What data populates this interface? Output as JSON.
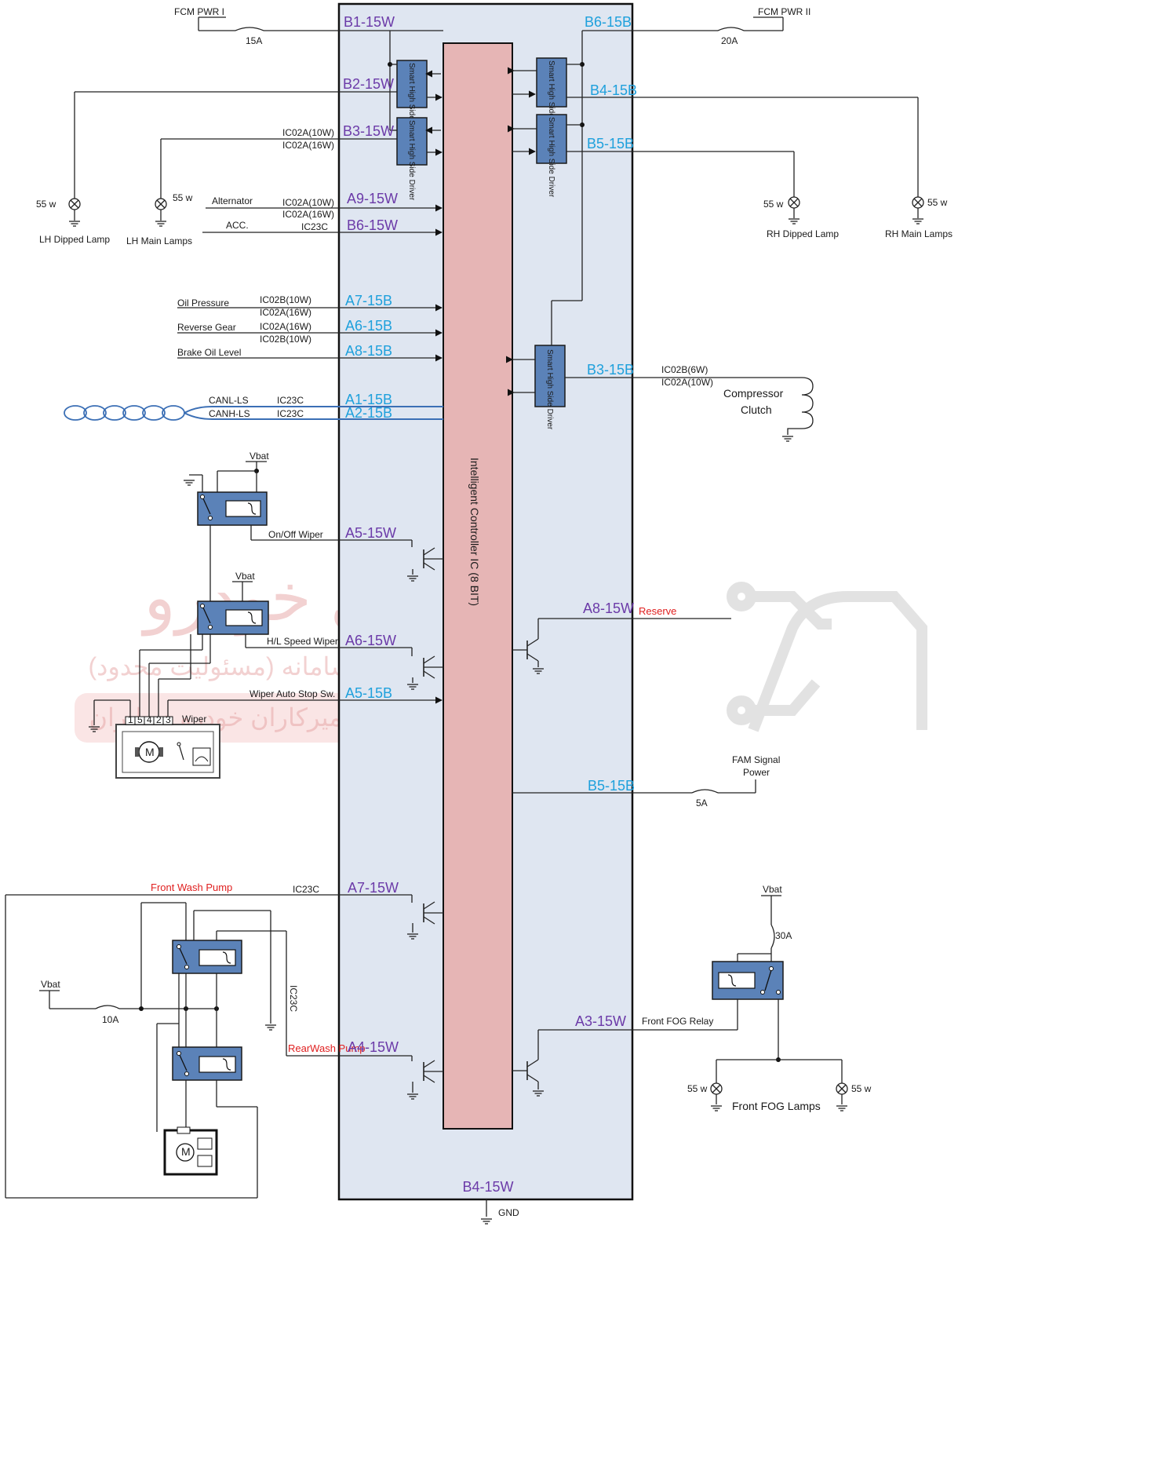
{
  "controller": {
    "title": "Intelligent Controller IC (8 BIT)",
    "gnd_pin": "B4-15W",
    "gnd_label": "GND"
  },
  "power": {
    "fcm_pwr_1": "FCM PWR I",
    "fuse_15a": "15A",
    "fcm_pwr_2": "FCM PWR II",
    "fuse_20a": "20A"
  },
  "drivers": {
    "label": "Smart High Side Driver"
  },
  "pins": {
    "b1": "B1-15W",
    "b2": "B2-15W",
    "b3": "B3-15W",
    "a9": "A9-15W",
    "b6w": "B6-15W",
    "b6b": "B6-15B",
    "b4b": "B4-15B",
    "b5b": "B5-15B",
    "a7b": "A7-15B",
    "a6b": "A6-15B",
    "a8b": "A8-15B",
    "b3b": "B3-15B",
    "a1b": "A1-15B",
    "a2b": "A2-15B",
    "a5w": "A5-15W",
    "a6w": "A6-15W",
    "a5b": "A5-15B",
    "a8w": "A8-15W",
    "b5b2": "B5-15B",
    "a7w": "A7-15W",
    "a4w": "A4-15W",
    "a3w": "A3-15W"
  },
  "left_top": {
    "ic02a10w": "IC02A(10W)",
    "ic02a16w": "IC02A(16W)",
    "lh_dipped_watt": "55 w",
    "lh_dipped": "LH Dipped Lamp",
    "lh_main_watt": "55 w",
    "lh_main": "LH Main Lamps",
    "alternator": "Alternator",
    "alt_ic1": "IC02A(10W)",
    "alt_ic2": "IC02A(16W)",
    "acc": "ACC.",
    "acc_ic": "IC23C"
  },
  "right_top": {
    "rh_dipped_watt": "55 w",
    "rh_dipped": "RH Dipped Lamp",
    "rh_main_watt": "55 w",
    "rh_main": "RH Main Lamps"
  },
  "inputs": {
    "oil": "Oil Pressure",
    "oil_ic1": "IC02B(10W)",
    "oil_ic2": "IC02A(16W)",
    "rev": "Reverse Gear",
    "rev_ic1": "IC02A(16W)",
    "rev_ic2": "IC02B(10W)",
    "brake": "Brake Oil Level"
  },
  "compressor": {
    "ic1": "IC02B(6W)",
    "ic2": "IC02A(10W)",
    "line1": "Compressor",
    "line2": "Clutch"
  },
  "can": {
    "canl": "CANL-LS",
    "canh": "CANH-LS",
    "ic1": "IC23C",
    "ic2": "IC23C"
  },
  "wiper": {
    "vbat1": "Vbat",
    "vbat2": "Vbat",
    "onoff": "On/Off Wiper",
    "hl": "H/L Speed Wiper",
    "autostop": "Wiper Auto Stop Sw.",
    "label": "Wiper",
    "pin1": "1",
    "pin5": "5",
    "pin4": "4",
    "pin2": "2",
    "pin3": "3",
    "motor": "M"
  },
  "reserve": "Reserve",
  "fam": {
    "line1": "FAM Signal",
    "line2": "Power",
    "fuse": "5A"
  },
  "washer": {
    "front": "Front Wash Pump",
    "ic23c": "IC23C",
    "ic23c_v": "IC23C",
    "vbat": "Vbat",
    "fuse": "10A",
    "rear": "RearWash Pump",
    "motor": "M"
  },
  "fog": {
    "vbat": "Vbat",
    "fuse": "30A",
    "relay": "Front FOG Relay",
    "watt1": "55 w",
    "watt2": "55 w",
    "label": "Front FOG Lamps"
  },
  "watermark": {
    "line1": "شرکت دیجیتال خودرو سامانه (مسئولیت محدود)",
    "line2": "اولین سامانه دیجیتال تعمیرکاران خودرو در ایران",
    "logo": "دیجیتال خودرو"
  }
}
